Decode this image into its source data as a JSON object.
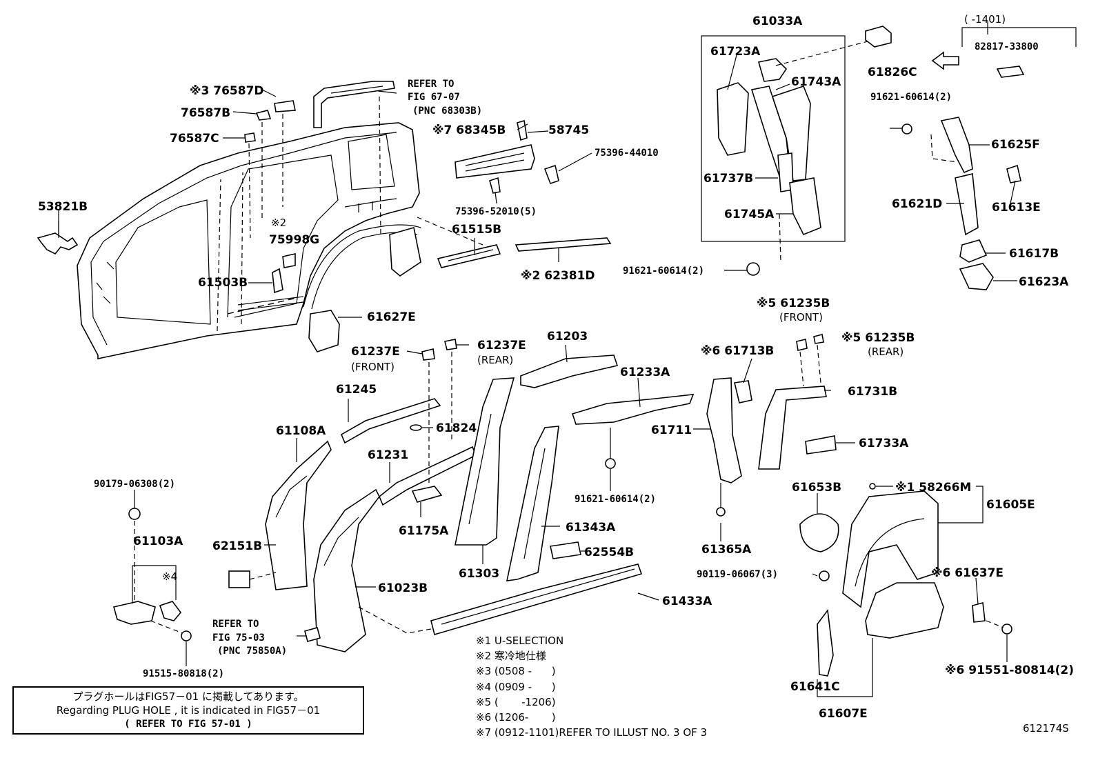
{
  "parts": {
    "p61033A": "61033A",
    "p1401": "(    -1401)",
    "p82817": "82817-33800",
    "p61723A": "61723A",
    "p61826C": "61826C",
    "p61743A": "61743A",
    "p91621a": "91621-60614(2)",
    "p61625F": "61625F",
    "p61737B": "61737B",
    "p61621D": "61621D",
    "p61613E": "61613E",
    "p61745A": "61745A",
    "p61617B": "61617B",
    "p91621b": "91621-60614(2)",
    "p61623A": "61623A",
    "p76587D": "※3 76587D",
    "p76587B": "76587B",
    "p76587C": "76587C",
    "p68345B": "※7 68345B",
    "p58745": "58745",
    "p75396_44010": "75396-44010",
    "p75396_52010": "75396-52010(5)",
    "p53821B": "53821B",
    "p75998G": "75998G",
    "p75998G_mark": "※2",
    "p61515B": "61515B",
    "p62381D": "※2 62381D",
    "p61503B": "61503B",
    "p61627E": "61627E",
    "p61235B_f": "※5 61235B",
    "p61235B_f_sub": "(FRONT)",
    "p61235B_r": "※5 61235B",
    "p61235B_r_sub": "(REAR)",
    "p61237E_f": "61237E",
    "p61237E_f_sub": "(FRONT)",
    "p61237E_r": "61237E",
    "p61237E_r_sub": "(REAR)",
    "p61203": "61203",
    "p61713B": "※6 61713B",
    "p61233A": "61233A",
    "p61731B": "61731B",
    "p61245": "61245",
    "p61108A": "61108A",
    "p61824": "61824",
    "p61711": "61711",
    "p61733A": "61733A",
    "p61231": "61231",
    "p91621c": "91621-60614(2)",
    "p90179": "90179-06308(2)",
    "p61653B": "61653B",
    "p58266M": "※1 58266M",
    "p61605E": "61605E",
    "p61103A": "61103A",
    "p61175A": "61175A",
    "p61343A": "61343A",
    "p4mark": "※4",
    "p62151B": "62151B",
    "p62554B": "62554B",
    "p61365A": "61365A",
    "p61303": "61303",
    "p61023B": "61023B",
    "p90119": "90119-06067(3)",
    "p61637E": "※6 61637E",
    "p61433A": "61433A",
    "p91551": "※6 91551-80814(2)",
    "p91515": "91515-80818(2)",
    "p61641C": "61641C",
    "p61607E": "61607E"
  },
  "refs": {
    "fig6707": [
      "REFER TO",
      "FIG 67-07",
      "(PNC 68303B)"
    ],
    "fig7503": [
      "REFER TO",
      "FIG 75-03",
      "(PNC 75850A)"
    ]
  },
  "notes": {
    "n1": "※1 U-SELECTION",
    "n2": "※2 寒冷地仕様",
    "n3": "※3 (0508 -      )",
    "n4": "※4 (0909 -      )",
    "n5": "※5 (       -1206)",
    "n6": "※6 (1206-       )",
    "n7": "※7 (0912-1101)REFER TO ILLUST NO. 3 OF 3"
  },
  "plug_box": {
    "jp": "プラグホールはFIG57－01 に掲載してあります。",
    "en": "Regarding PLUG HOLE , it is indicated in FIG57－01",
    "ref": "(  REFER TO FIG 57-01 )"
  },
  "illustration_id": "612174S"
}
